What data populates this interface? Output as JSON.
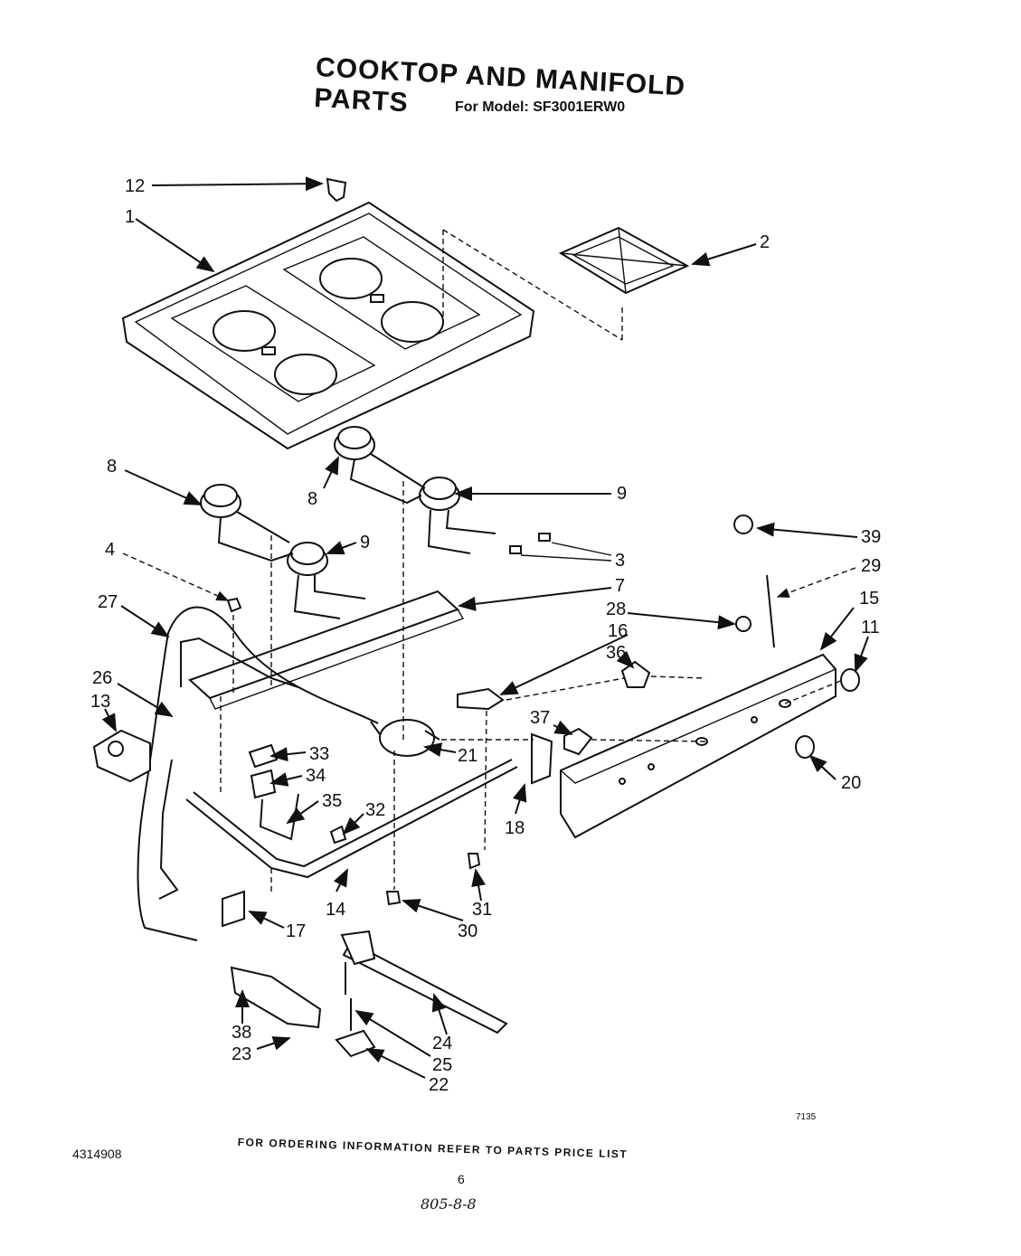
{
  "page": {
    "title": "COOKTOP  AND MANIFOLD PARTS",
    "subtitle": "For Model: SF3001ERW0",
    "footer": "FOR ORDERING INFORMATION REFER TO PARTS PRICE LIST",
    "doc_number": "4314908",
    "page_number": "6",
    "handwritten_note": "805-8-8",
    "figure_code": "7135"
  },
  "callouts": [
    {
      "id": "c12",
      "label": "12"
    },
    {
      "id": "c1",
      "label": "1"
    },
    {
      "id": "c2",
      "label": "2"
    },
    {
      "id": "c8a",
      "label": "8"
    },
    {
      "id": "c8b",
      "label": "8"
    },
    {
      "id": "c9a",
      "label": "9"
    },
    {
      "id": "c9b",
      "label": "9"
    },
    {
      "id": "c3",
      "label": "3"
    },
    {
      "id": "c39",
      "label": "39"
    },
    {
      "id": "c4",
      "label": "4"
    },
    {
      "id": "c7",
      "label": "7"
    },
    {
      "id": "c29",
      "label": "29"
    },
    {
      "id": "c27",
      "label": "27"
    },
    {
      "id": "c28",
      "label": "28"
    },
    {
      "id": "c15",
      "label": "15"
    },
    {
      "id": "c16",
      "label": "16"
    },
    {
      "id": "c11",
      "label": "11"
    },
    {
      "id": "c36",
      "label": "36"
    },
    {
      "id": "c26",
      "label": "26"
    },
    {
      "id": "c13",
      "label": "13"
    },
    {
      "id": "c37",
      "label": "37"
    },
    {
      "id": "c33",
      "label": "33"
    },
    {
      "id": "c21",
      "label": "21"
    },
    {
      "id": "c34",
      "label": "34"
    },
    {
      "id": "c20",
      "label": "20"
    },
    {
      "id": "c35",
      "label": "35"
    },
    {
      "id": "c32",
      "label": "32"
    },
    {
      "id": "c18",
      "label": "18"
    },
    {
      "id": "c14",
      "label": "14"
    },
    {
      "id": "c31",
      "label": "31"
    },
    {
      "id": "c30",
      "label": "30"
    },
    {
      "id": "c17",
      "label": "17"
    },
    {
      "id": "c38",
      "label": "38"
    },
    {
      "id": "c24",
      "label": "24"
    },
    {
      "id": "c23",
      "label": "23"
    },
    {
      "id": "c25",
      "label": "25"
    },
    {
      "id": "c22",
      "label": "22"
    }
  ]
}
